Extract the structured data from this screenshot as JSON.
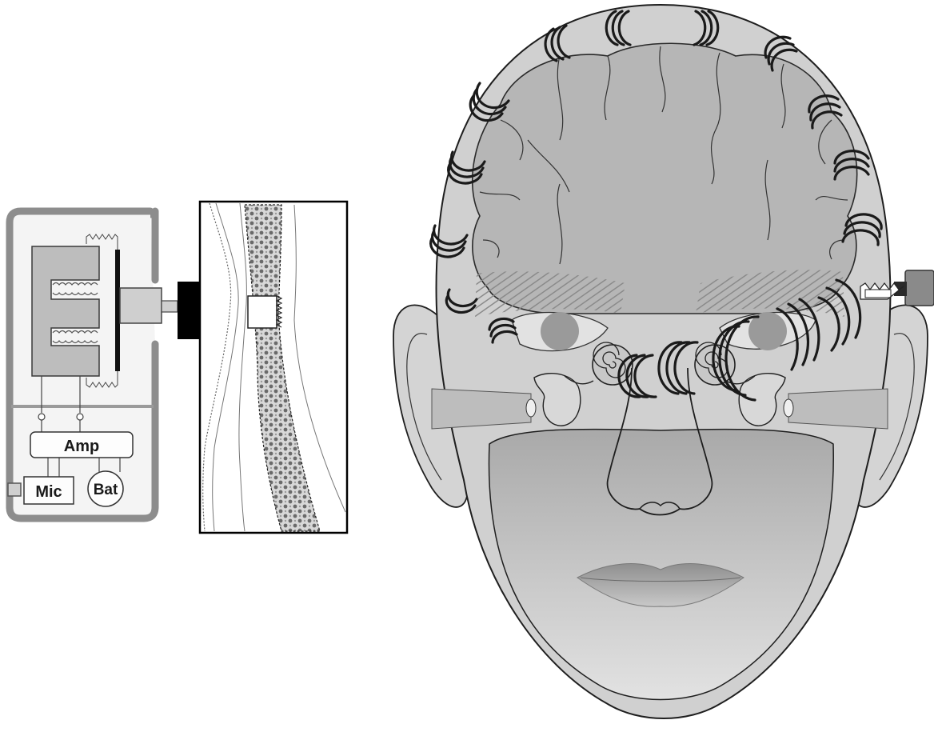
{
  "labels": {
    "amp": "Amp",
    "mic": "Mic",
    "bat": "Bat"
  },
  "colors": {
    "face": "#cfcfcf",
    "skin_light": "#dcdcdc",
    "brain": "#b4b4b4",
    "outline": "#1e1e1e",
    "dark": "#000000"
  }
}
